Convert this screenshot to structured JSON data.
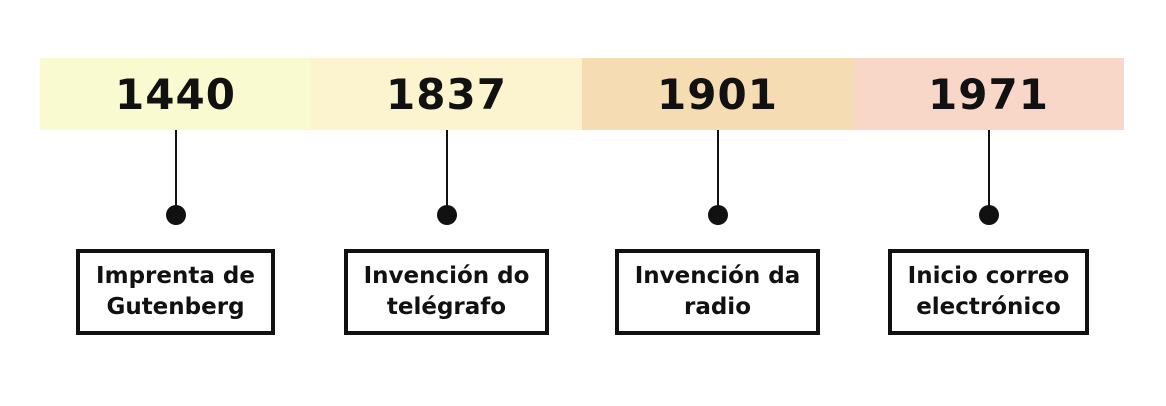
{
  "timeline": {
    "events": [
      {
        "year": "1440",
        "band_color": "#FAFAD1",
        "label_lines": [
          "Imprenta de",
          "Gutenberg"
        ]
      },
      {
        "year": "1837",
        "band_color": "#FCF3CF",
        "label_lines": [
          "Invención do",
          "telégrafo"
        ]
      },
      {
        "year": "1901",
        "band_color": "#F6DCB2",
        "label_lines": [
          "Invención da",
          "radio"
        ]
      },
      {
        "year": "1971",
        "band_color": "#F8D7C8",
        "label_lines": [
          "Inicio correo",
          "electrónico"
        ]
      }
    ]
  }
}
